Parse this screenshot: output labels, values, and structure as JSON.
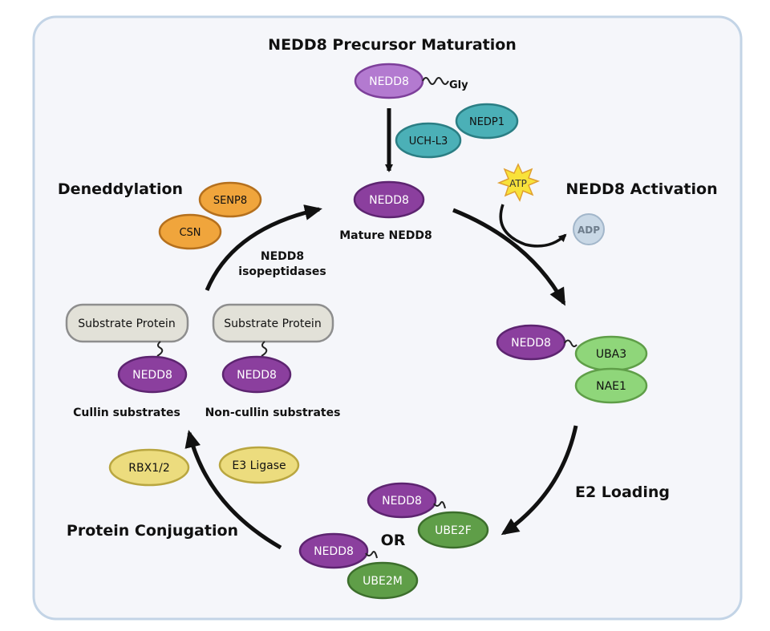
{
  "headings": {
    "maturation": "NEDD8 Precursor Maturation",
    "activation": "NEDD8 Activation",
    "e2_loading": "E2 Loading",
    "conjugation": "Protein Conjugation",
    "deneddylation": "Deneddylation"
  },
  "labels": {
    "gly": "Gly",
    "mature": "Mature NEDD8",
    "isopeptidases_line1": "NEDD8",
    "isopeptidases_line2": "isopeptidases",
    "or": "OR",
    "cullin_substrates": "Cullin substrates",
    "noncullin_substrates": "Non-cullin substrates"
  },
  "molecules": {
    "nedd8": "NEDD8",
    "uchl3": "UCH-L3",
    "nedp1": "NEDP1",
    "atp": "ATP",
    "adp": "ADP",
    "uba3": "UBA3",
    "nae1": "NAE1",
    "ube2f": "UBE2F",
    "ube2m": "UBE2M",
    "rbx": "RBX1/2",
    "e3": "E3 Ligase",
    "substrate": "Substrate Protein",
    "senp8": "SENP8",
    "csn": "CSN"
  },
  "colors": {
    "nedd8_purple": "#8b3f9e",
    "precursor_purple": "#b37ad0",
    "teal": "#4bb0b7",
    "green_light": "#8fd67a",
    "green_dark": "#5f9e48",
    "yellow": "#ecdc7e",
    "orange": "#f0a53c",
    "substrate_gray": "#e2e1d8",
    "atp_yellow": "#f8e23a",
    "adp_blue": "#c9d8e6"
  }
}
